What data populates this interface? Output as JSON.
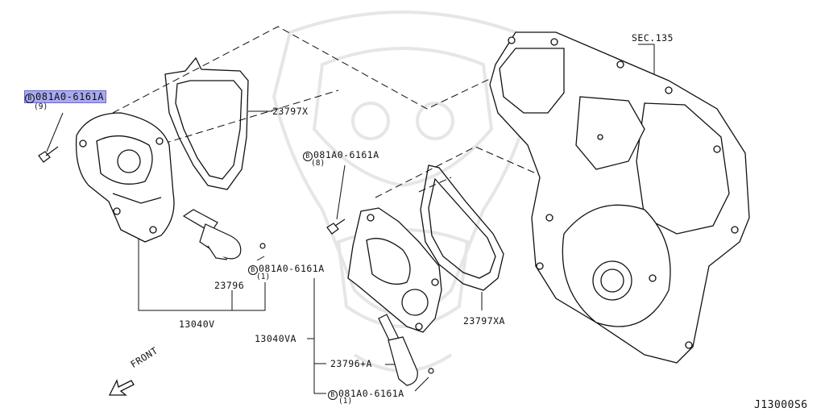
{
  "diagram": {
    "section_ref": "SEC.135",
    "figure_code": "J13000S6",
    "direction_label": "FRONT",
    "callouts": {
      "bolt_top_left": {
        "badge": "B",
        "part": "081A0-6161A",
        "qty": "(9)",
        "highlighted": true
      },
      "bolt_middle": {
        "badge": "B",
        "part": "081A0-6161A",
        "qty": "(8)"
      },
      "bolt_v_solenoid": {
        "badge": "B",
        "part": "081A0-6161A",
        "qty": "(1)"
      },
      "bolt_va_solenoid": {
        "badge": "B",
        "part": "081A0-6161A",
        "qty": "(1)"
      },
      "gasket_v": "23797X",
      "gasket_va": "23797XA",
      "solenoid_v": "23796",
      "solenoid_va": "23796+A",
      "cover_v": "13040V",
      "cover_va": "13040VA"
    }
  },
  "colors": {
    "line": "#111111",
    "highlight": "#a9a9ee",
    "watermark": "#e4e4e4"
  }
}
